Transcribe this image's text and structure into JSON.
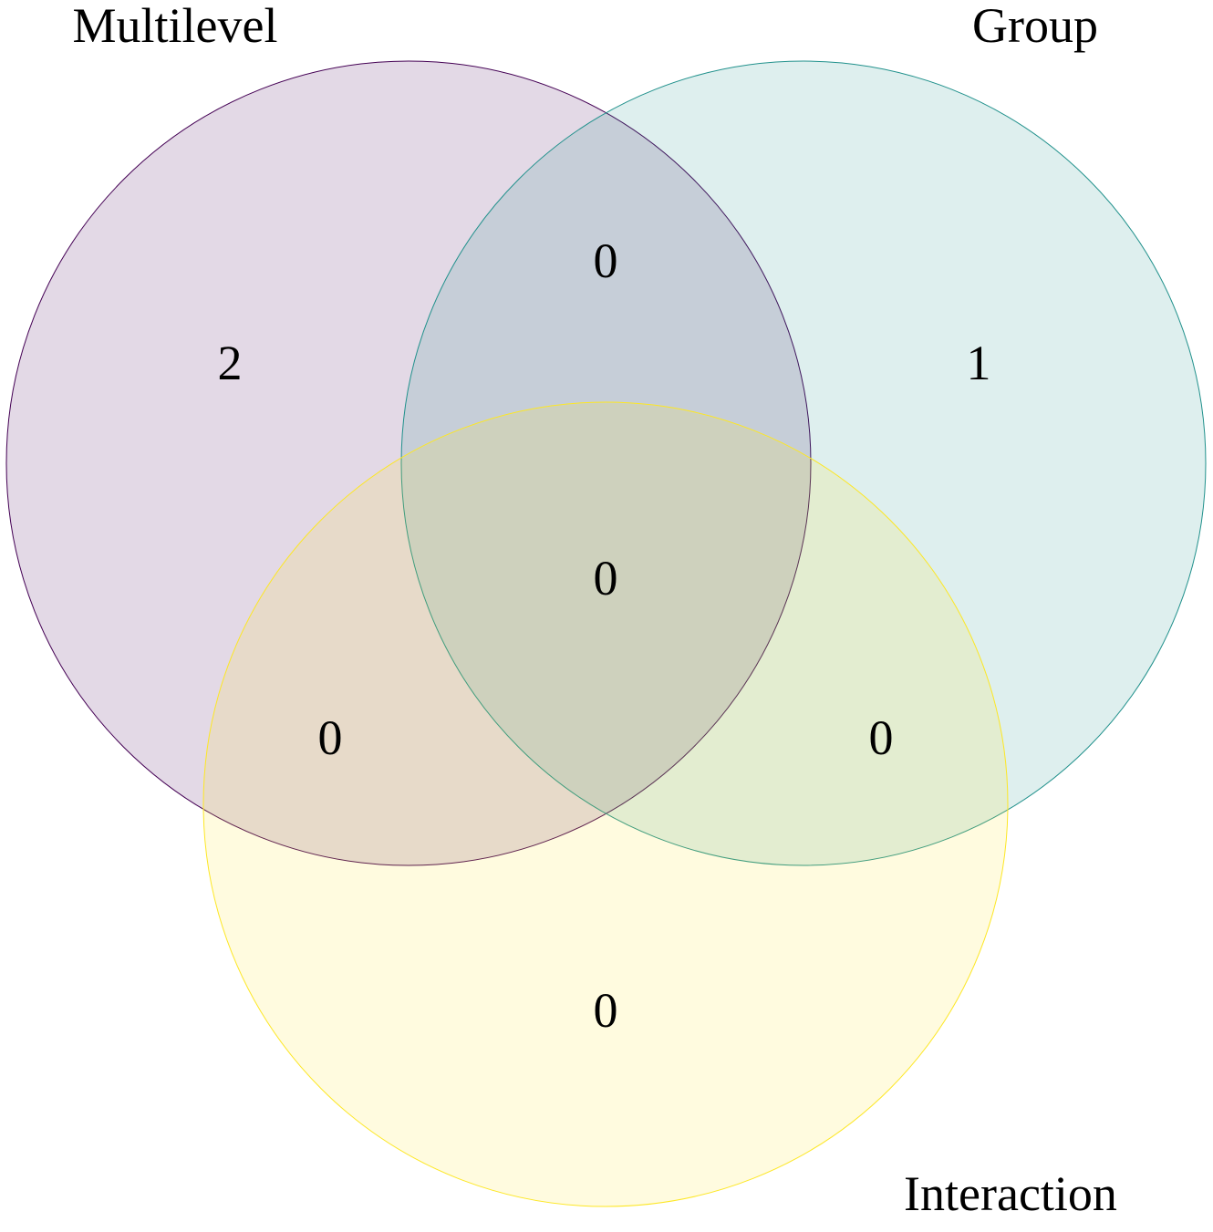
{
  "sets": [
    {
      "key": "multilevel",
      "name": "Multilevel",
      "stroke": "#440154",
      "fill": "#440154",
      "fill_opacity": 0.15
    },
    {
      "key": "group",
      "name": "Group",
      "stroke": "#21918c",
      "fill": "#21918c",
      "fill_opacity": 0.15
    },
    {
      "key": "interaction",
      "name": "Interaction",
      "stroke": "#fde725",
      "fill": "#fde725",
      "fill_opacity": 0.15
    }
  ],
  "regions": {
    "multilevel_only": "2",
    "group_only": "1",
    "interaction_only": "0",
    "multilevel_group": "0",
    "multilevel_interaction": "0",
    "group_interaction": "0",
    "all_three": "0"
  }
}
